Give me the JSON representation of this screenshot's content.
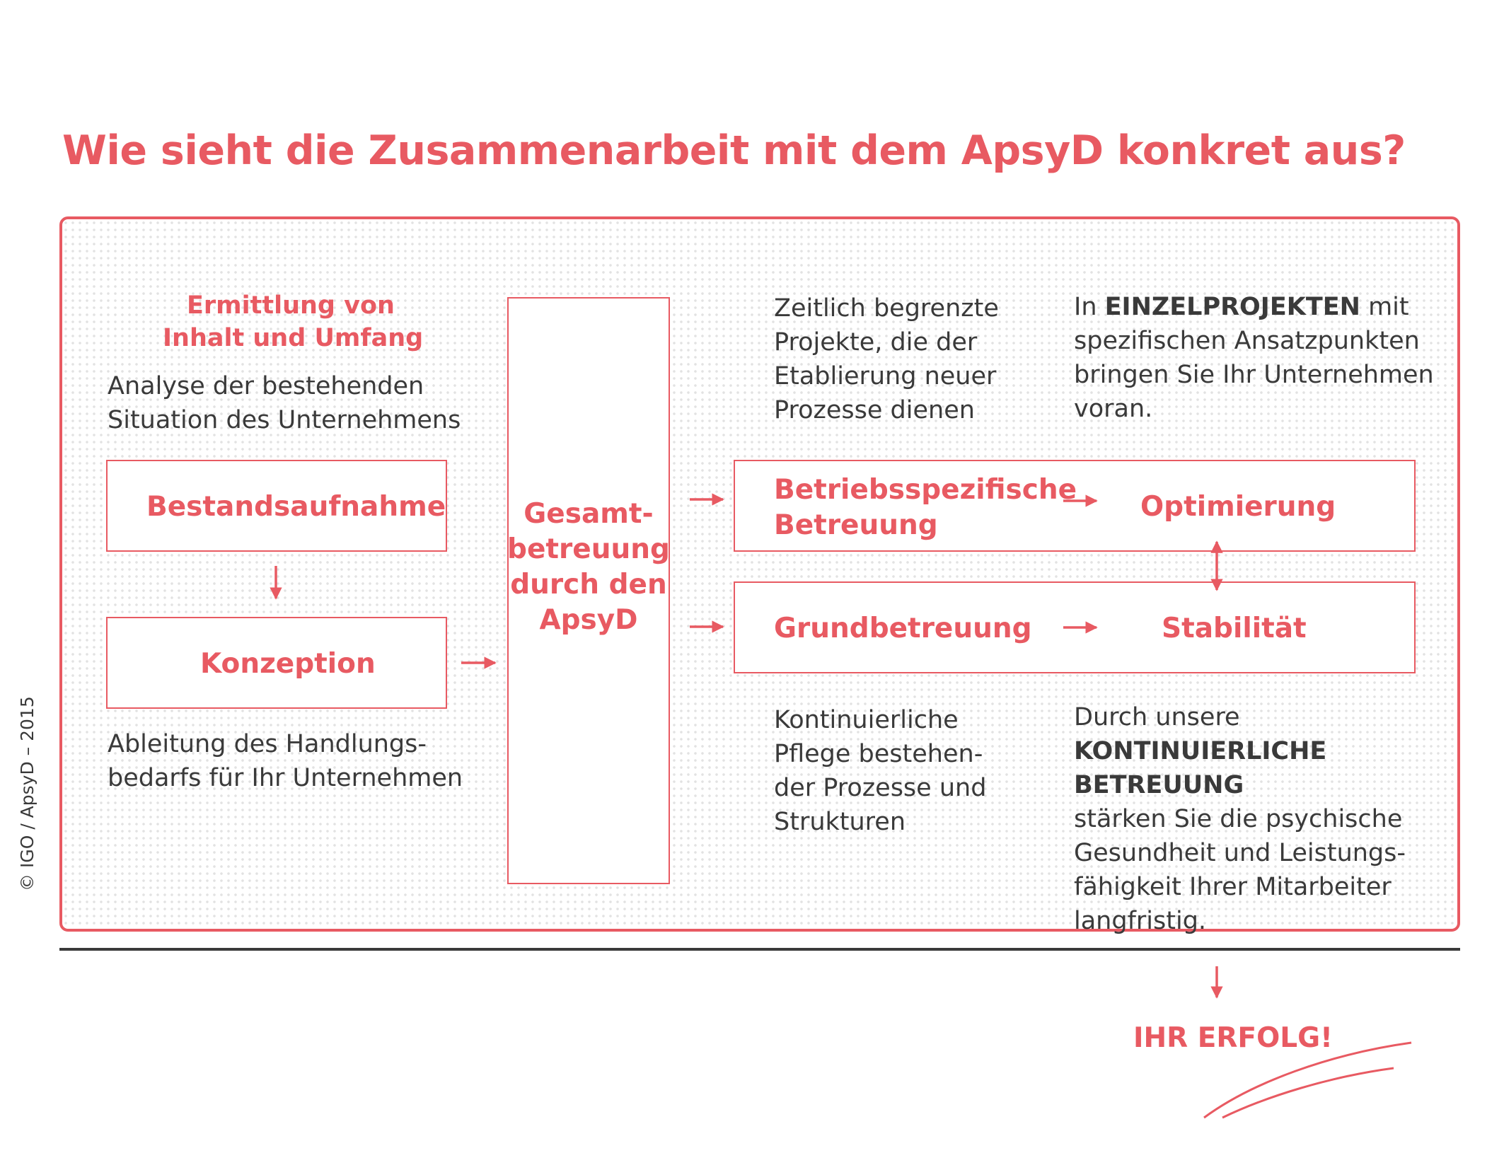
{
  "title": "Wie sieht die Zusammenarbeit mit dem ApsyD konkret aus?",
  "copyright": "© IGO / ApsyD – 2015",
  "colors": {
    "accent": "#e85a62",
    "text": "#3a3a3a",
    "baseline": "#3a3a3a"
  },
  "left": {
    "heading_line1": "Ermittlung von",
    "heading_line2": "Inhalt und Umfang",
    "description": "Analyse der bestehenden\nSituation des Unternehmens",
    "box1": "Bestandsaufnahme",
    "box2": "Konzeption",
    "footer": "Ableitung des Handlungs-\nbedarfs für Ihr Unternehmen"
  },
  "center": {
    "line1": "Gesamt-",
    "line2": "betreuung",
    "line3": "durch den",
    "line4": "ApsyD"
  },
  "right": {
    "top_text": "Zeitlich begrenzte\nProjekte, die der\nEtablierung neuer\nProzesse dienen",
    "einzel_prefix": "In ",
    "einzel_bold": "EINZELPROJEKTEN",
    "einzel_suffix": " mit\nspezifischen Ansatzpunkten\nbringen Sie Ihr Unternehmen\nvoran.",
    "box_top_left_line1": "Betriebsspezifische",
    "box_top_left_line2": "Betreuung",
    "box_top_right": "Optimierung",
    "box_bottom_left": "Grundbetreuung",
    "box_bottom_right": "Stabilität",
    "bottom_text": "Kontinuierliche\nPflege bestehen-\nder Prozesse und\nStrukturen",
    "kontinuierlich_prefix": "Durch unsere",
    "kontinuierlich_bold": "KONTINUIERLICHE BETREUUNG",
    "kontinuierlich_suffix": "stärken Sie die psychische\nGesundheit und Leistungs-\nfähigkeit Ihrer Mitarbeiter\nlangfristig."
  },
  "result": "IHR ERFOLG!"
}
